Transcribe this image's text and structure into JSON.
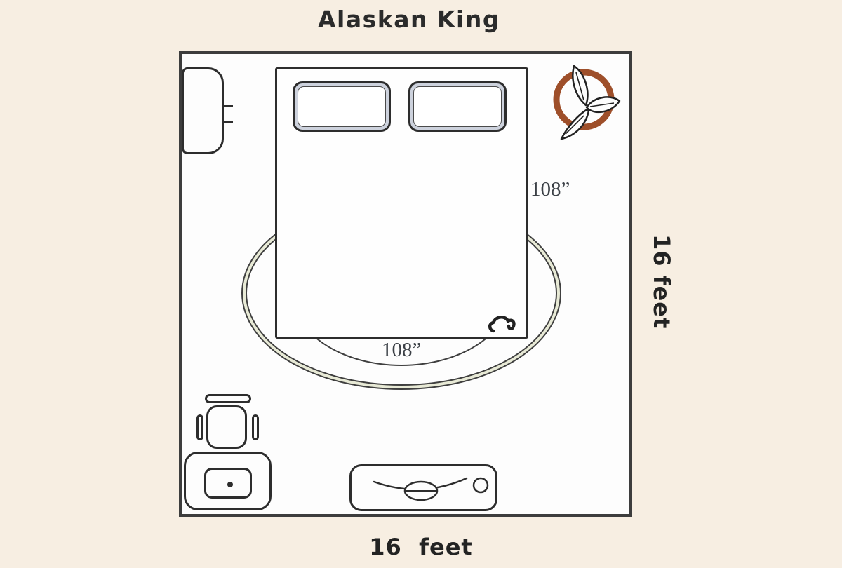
{
  "title": "Alaskan King",
  "bed": {
    "length_label": "108”",
    "width_label": "108”"
  },
  "room": {
    "right_label": "16 feet",
    "bottom_label": "16  feet"
  },
  "colors": {
    "background": "#f7eee2",
    "room_fill": "#fdfdfd",
    "outline": "#2d2d2d",
    "planter_ring": "#9e4f2a",
    "pillow_band": "#cdd2dd",
    "rug_band": "#e8ead6"
  },
  "icons": {
    "wardrobe": "rounded-rect-with-two-handle-ticks",
    "plant": "ring-pot-with-three-leaves",
    "bed": "rect-with-two-pillows",
    "blanket_fold": "squiggle-doodle",
    "rug": "double-line-ellipse",
    "chair": "top-view-seat-with-armrests",
    "vanity": "rounded-rect-with-drawer-and-knob",
    "bench": "rounded-rect-with-cushion-ellipse-and-button"
  }
}
